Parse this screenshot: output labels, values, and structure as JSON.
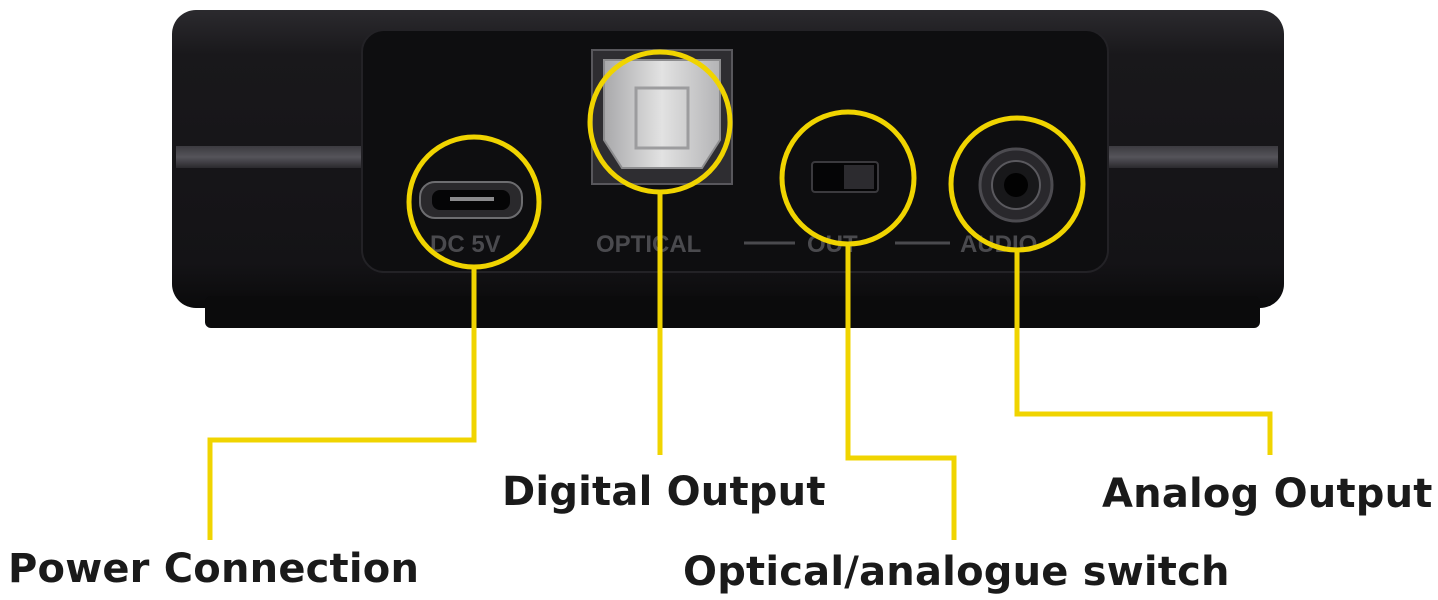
{
  "device": {
    "port_labels": {
      "dc": "DC 5V",
      "optical": "OPTICAL",
      "out": "OUT",
      "audio": "AUDIO"
    }
  },
  "callouts": {
    "power": "Power Connection",
    "digital": "Digital Output",
    "switch": "Optical/analogue switch",
    "analog": "Analog Output"
  },
  "colors": {
    "callout": "#f0d400",
    "device_body": "#151417",
    "device_panel": "#0e0e10",
    "port_text": "#4a4a4e",
    "label_text": "#1a1a1a"
  }
}
